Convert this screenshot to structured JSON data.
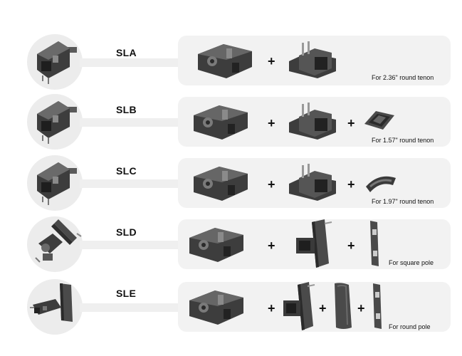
{
  "rows": [
    {
      "code": "SLA",
      "caption": "For 2.36\" round tenon"
    },
    {
      "code": "SLB",
      "caption": "For 1.57\" round tenon"
    },
    {
      "code": "SLC",
      "caption": "For 1.97\" round tenon"
    },
    {
      "code": "SLD",
      "caption": "For square pole"
    },
    {
      "code": "SLE",
      "caption": "For round pole"
    }
  ],
  "plus_sign": "+",
  "colors": {
    "part_dark": "#3d3d3d",
    "part_mid": "#5a5a5a",
    "part_light": "#7a7a7a",
    "panel_bg": "#f2f2f2",
    "circle_bg": "#ececec"
  }
}
